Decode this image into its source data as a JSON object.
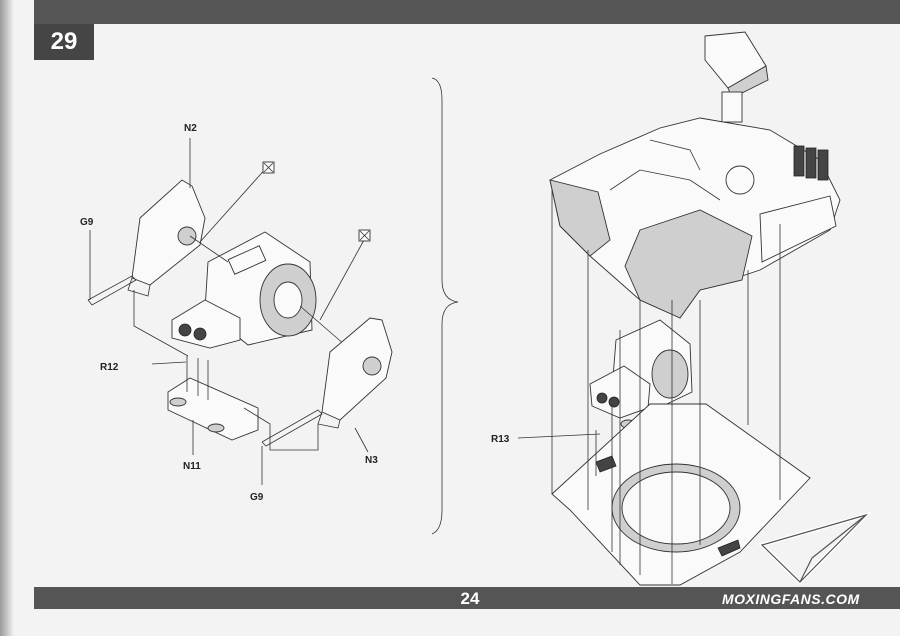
{
  "step": {
    "number": "29"
  },
  "page": {
    "number": "24"
  },
  "watermark": {
    "text": "MOXINGFANS.COM"
  },
  "labels": {
    "n2": "N2",
    "g9_top": "G9",
    "r12": "R12",
    "n11": "N11",
    "g9_bottom": "G9",
    "n3": "N3",
    "r13": "R13"
  },
  "icons": {
    "no_glue": "no-glue-icon",
    "logo": "paper-plane-logo-icon"
  },
  "colors": {
    "bar": "#555555",
    "paper": "#f3f3f3",
    "line": "#333333"
  }
}
